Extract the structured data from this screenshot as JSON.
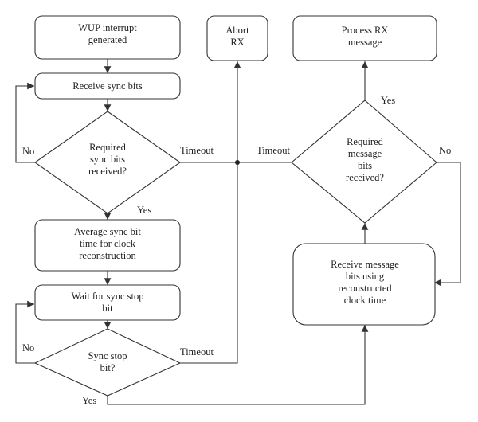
{
  "nodes": {
    "wup": {
      "lines": [
        "WUP interrupt",
        "generated"
      ]
    },
    "receive_sync": {
      "lines": [
        "Receive sync bits"
      ]
    },
    "required_sync": {
      "lines": [
        "Required",
        "sync bits",
        "received?"
      ]
    },
    "average": {
      "lines": [
        "Average sync bit",
        "time for clock",
        "reconstruction"
      ]
    },
    "wait_stop": {
      "lines": [
        "Wait for sync stop",
        "bit"
      ]
    },
    "sync_stop": {
      "lines": [
        "Sync stop",
        "bit?"
      ]
    },
    "abort": {
      "lines": [
        "Abort",
        "RX"
      ]
    },
    "process": {
      "lines": [
        "Process RX",
        "message"
      ]
    },
    "required_msg": {
      "lines": [
        "Required",
        "message",
        "bits",
        "received?"
      ]
    },
    "receive_msg": {
      "lines": [
        "Receive message",
        "bits using",
        "reconstructed",
        "clock time"
      ]
    }
  },
  "edge_labels": {
    "no1": "No",
    "timeout1": "Timeout",
    "yes1": "Yes",
    "no2": "No",
    "timeout2": "Timeout",
    "yes2": "Yes",
    "timeout3": "Timeout",
    "yes3": "Yes",
    "no3": "No"
  }
}
